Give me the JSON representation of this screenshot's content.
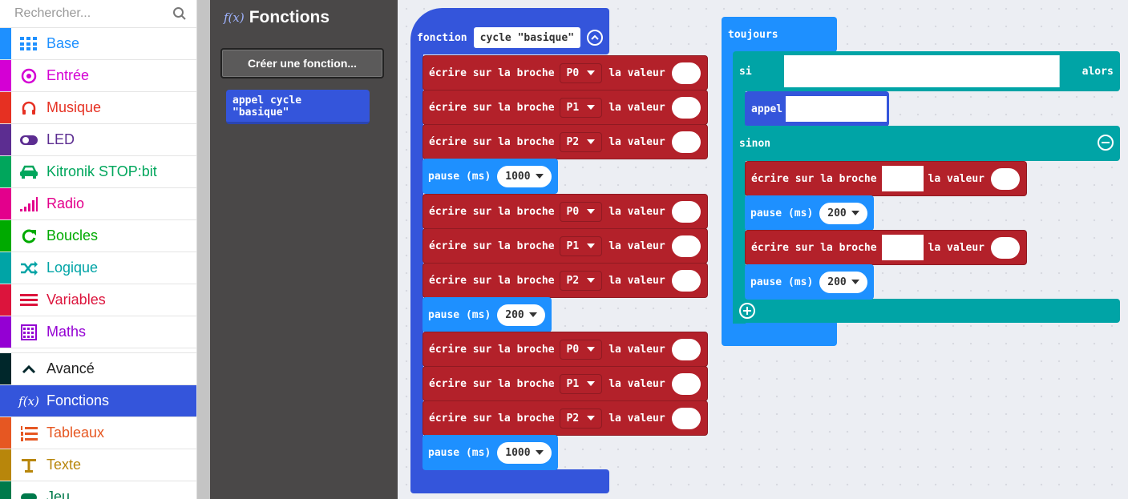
{
  "search": {
    "placeholder": "Rechercher..."
  },
  "toolbox": {
    "categories": [
      {
        "label": "Base",
        "color": "#1e90ff",
        "icon": "grid-icon"
      },
      {
        "label": "Entrée",
        "color": "#d400d4",
        "icon": "target-icon"
      },
      {
        "label": "Musique",
        "color": "#e63022",
        "icon": "headphones-icon"
      },
      {
        "label": "LED",
        "color": "#5c2d91",
        "icon": "toggle-icon"
      },
      {
        "label": "Kitronik STOP:bit",
        "color": "#00a65c",
        "icon": "car-icon"
      },
      {
        "label": "Radio",
        "color": "#e3008c",
        "icon": "signal-bars-icon"
      },
      {
        "label": "Boucles",
        "color": "#00aa00",
        "icon": "refresh-icon"
      },
      {
        "label": "Logique",
        "color": "#00a4a6",
        "icon": "shuffle-icon"
      },
      {
        "label": "Variables",
        "color": "#dc143c",
        "icon": "list-lines-icon"
      },
      {
        "label": "Maths",
        "color": "#9400d3",
        "icon": "calculator-icon"
      }
    ],
    "advanced": [
      {
        "label": "Avancé",
        "color": "#00272b",
        "icon": "chevron-up-icon"
      },
      {
        "label": "Fonctions",
        "color": "#3455db",
        "icon": "function-icon",
        "selected": true
      },
      {
        "label": "Tableaux",
        "color": "#e65722",
        "icon": "numbered-list-icon"
      },
      {
        "label": "Texte",
        "color": "#b8860b",
        "icon": "text-t-icon"
      },
      {
        "label": "Jeu",
        "color": "#007a4b",
        "icon": "gamepad-icon"
      }
    ]
  },
  "flyout": {
    "title_icon": "f(x)",
    "title": "Fonctions",
    "create_button": "Créer une fonction...",
    "call_block": "appel cycle \"basique\""
  },
  "workspace": {
    "function_block": {
      "keyword": "fonction",
      "name": "cycle \"basique\"",
      "rows": [
        {
          "type": "write",
          "text": "écrire sur la broche",
          "pin": "P0",
          "suffix": "la valeur"
        },
        {
          "type": "write",
          "text": "écrire sur la broche",
          "pin": "P1",
          "suffix": "la valeur"
        },
        {
          "type": "write",
          "text": "écrire sur la broche",
          "pin": "P2",
          "suffix": "la valeur"
        },
        {
          "type": "pause",
          "text": "pause (ms)",
          "value": "1000"
        },
        {
          "type": "write",
          "text": "écrire sur la broche",
          "pin": "P0",
          "suffix": "la valeur"
        },
        {
          "type": "write",
          "text": "écrire sur la broche",
          "pin": "P1",
          "suffix": "la valeur"
        },
        {
          "type": "write",
          "text": "écrire sur la broche",
          "pin": "P2",
          "suffix": "la valeur"
        },
        {
          "type": "pause",
          "text": "pause (ms)",
          "value": "200"
        },
        {
          "type": "write",
          "text": "écrire sur la broche",
          "pin": "P0",
          "suffix": "la valeur"
        },
        {
          "type": "write",
          "text": "écrire sur la broche",
          "pin": "P1",
          "suffix": "la valeur"
        },
        {
          "type": "write",
          "text": "écrire sur la broche",
          "pin": "P2",
          "suffix": "la valeur"
        },
        {
          "type": "pause",
          "text": "pause (ms)",
          "value": "1000"
        }
      ]
    },
    "forever_block": {
      "keyword": "toujours",
      "if_label": "si",
      "then_label": "alors",
      "call_label": "appel",
      "else_label": "sinon",
      "else_rows": [
        {
          "type": "write",
          "text": "écrire sur la broche",
          "suffix": "la valeur"
        },
        {
          "type": "pause",
          "text": "pause (ms)",
          "value": "200"
        },
        {
          "type": "write",
          "text": "écrire sur la broche",
          "suffix": "la valeur"
        },
        {
          "type": "pause",
          "text": "pause (ms)",
          "value": "200"
        }
      ]
    }
  }
}
